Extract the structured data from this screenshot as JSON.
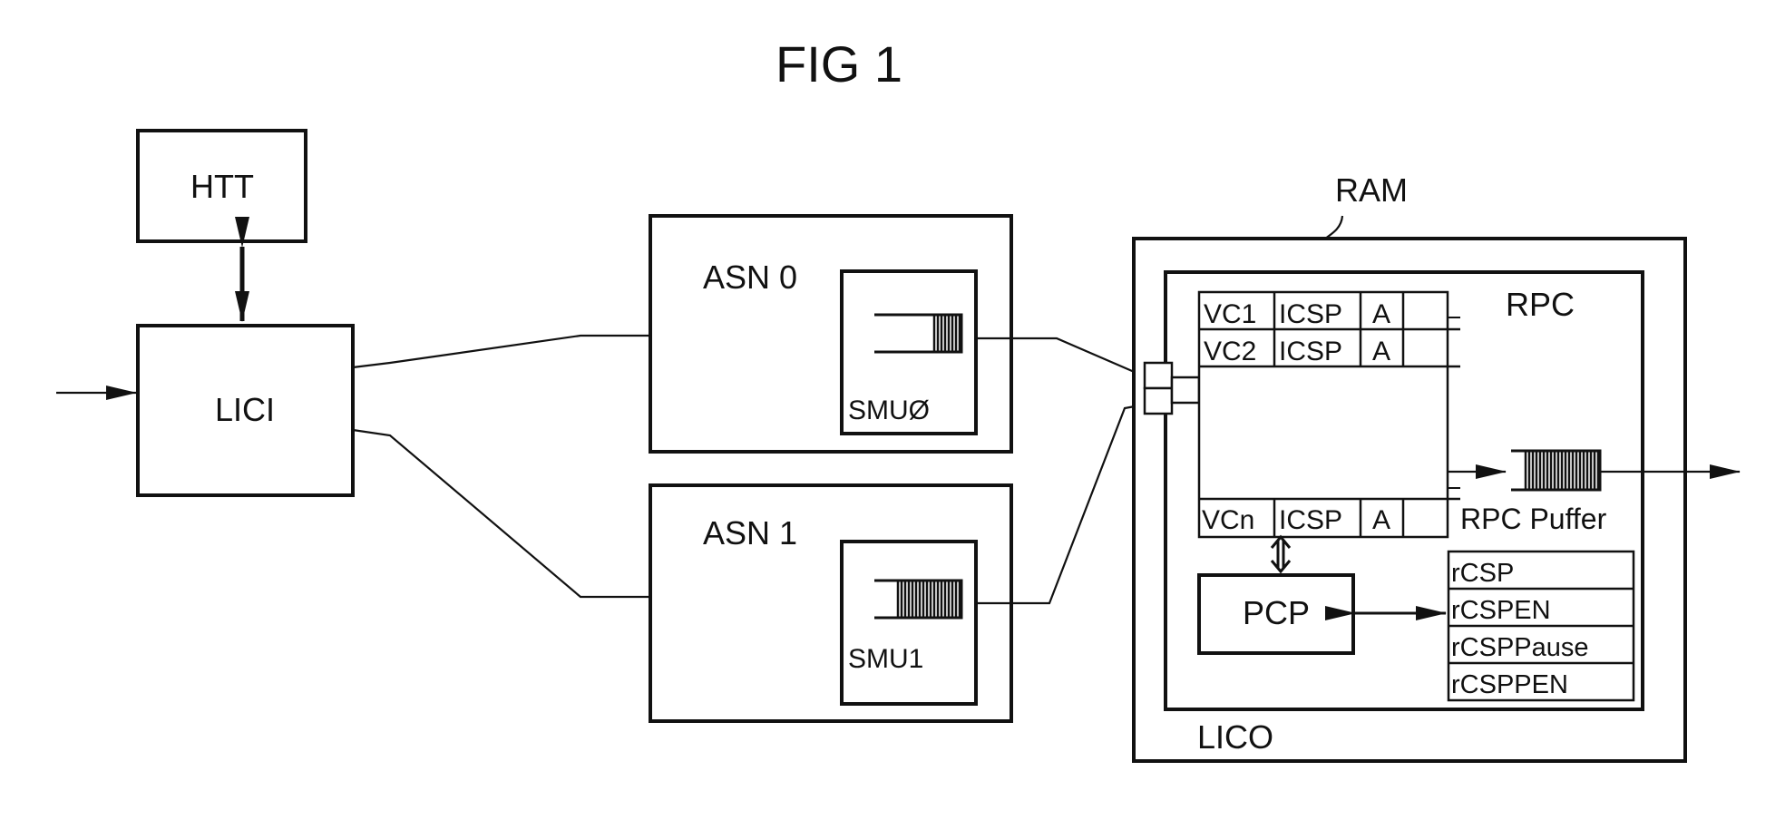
{
  "figure_title": "FIG 1",
  "blocks": {
    "htt": "HTT",
    "lici": "LICI",
    "asn0": "ASN 0",
    "asn1": "ASN 1",
    "smu0": "SMUØ",
    "smu1": "SMU1",
    "ram": "RAM",
    "rpc": "RPC",
    "rpc_buffer": "RPC Puffer",
    "pcp": "PCP",
    "lico": "LICO"
  },
  "ram_table": [
    {
      "vc": "VC1",
      "icsp": "ICSP",
      "a": "A"
    },
    {
      "vc": "VC2",
      "icsp": "ICSP",
      "a": "A"
    },
    {
      "vc": "VCn",
      "icsp": "ICSP",
      "a": "A"
    }
  ],
  "registers": [
    "rCSP",
    "rCSPEN",
    "rCSPPause",
    "rCSPPEN"
  ]
}
